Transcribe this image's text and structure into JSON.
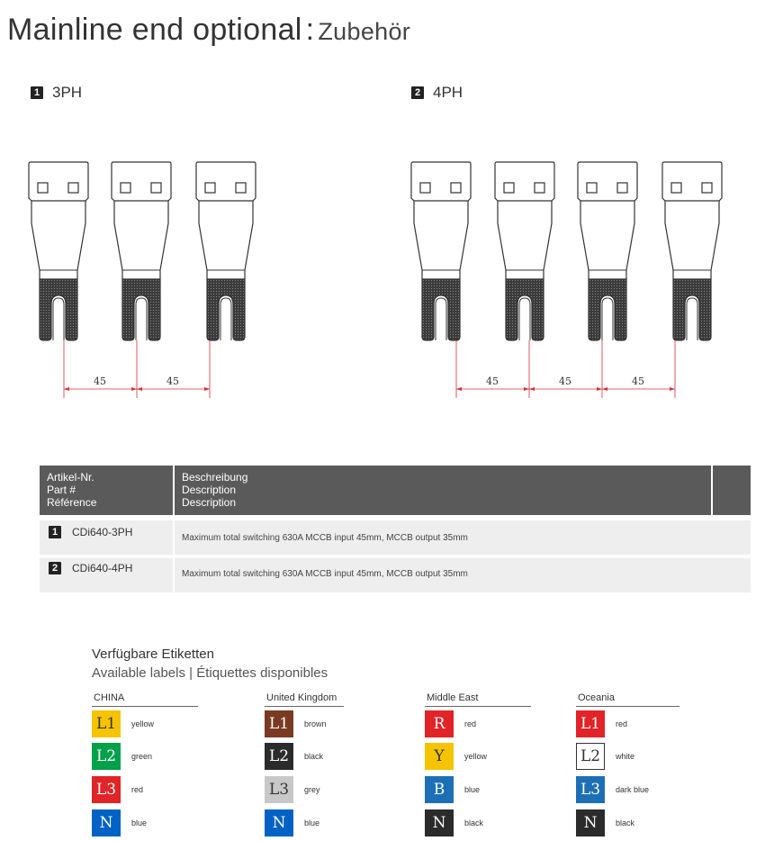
{
  "title": {
    "main": "Mainline end optional",
    "sep": ":",
    "sub": "Zubehör"
  },
  "sections": [
    {
      "num": "1",
      "label": "3PH",
      "dimensions": [
        "45",
        "45"
      ]
    },
    {
      "num": "2",
      "label": "4PH",
      "dimensions": [
        "45",
        "45",
        "45"
      ]
    }
  ],
  "table": {
    "header": {
      "col1": [
        "Artikel-Nr.",
        "Part #",
        "Référence"
      ],
      "col2": [
        "Beschreibung",
        "Description",
        "Description"
      ]
    },
    "rows": [
      {
        "num": "1",
        "code": "CDi640-3PH",
        "desc": "Maximum total switching 630A MCCB input 45mm, MCCB output 35mm"
      },
      {
        "num": "2",
        "code": "CDi640-4PH",
        "desc": "Maximum total switching 630A MCCB input 45mm, MCCB output 35mm"
      }
    ]
  },
  "labels": {
    "heading": "Verfügbare Etiketten",
    "subheading": "Available labels  | Étiquettes disponibles",
    "regions": [
      {
        "name": "CHINA",
        "items": [
          {
            "code": "L1",
            "color": "#f5c400",
            "name": "yellow",
            "text_color": "#333333"
          },
          {
            "code": "L2",
            "color": "#00a14b",
            "name": "green",
            "text_color": "#ffffff"
          },
          {
            "code": "L3",
            "color": "#e02428",
            "name": "red",
            "text_color": "#ffffff"
          },
          {
            "code": "N",
            "color": "#0062c4",
            "name": "blue",
            "text_color": "#ffffff"
          }
        ]
      },
      {
        "name": "United  Kingdom",
        "items": [
          {
            "code": "L1",
            "color": "#7a3a22",
            "name": "brown",
            "text_color": "#ffffff"
          },
          {
            "code": "L2",
            "color": "#2b2b2b",
            "name": "black",
            "text_color": "#ffffff"
          },
          {
            "code": "L3",
            "color": "#c8c8c8",
            "name": "grey",
            "text_color": "#333333"
          },
          {
            "code": "N",
            "color": "#0062c4",
            "name": "blue",
            "text_color": "#ffffff"
          }
        ]
      },
      {
        "name": "Middle East",
        "items": [
          {
            "code": "R",
            "color": "#e02428",
            "name": "red",
            "text_color": "#ffffff"
          },
          {
            "code": "Y",
            "color": "#f5c400",
            "name": "yellow",
            "text_color": "#333333"
          },
          {
            "code": "B",
            "color": "#1d6fb5",
            "name": "blue",
            "text_color": "#ffffff"
          },
          {
            "code": "N",
            "color": "#2b2b2b",
            "name": "black",
            "text_color": "#ffffff"
          }
        ]
      },
      {
        "name": "Oceania",
        "items": [
          {
            "code": "L1",
            "color": "#e02428",
            "name": "red",
            "text_color": "#ffffff"
          },
          {
            "code": "L2",
            "color": "#ffffff",
            "name": "white",
            "text_color": "#333333",
            "border": "#333333"
          },
          {
            "code": "L3",
            "color": "#1d6fb5",
            "name": "dark blue",
            "text_color": "#ffffff"
          },
          {
            "code": "N",
            "color": "#2b2b2b",
            "name": "black",
            "text_color": "#ffffff"
          }
        ]
      }
    ]
  }
}
